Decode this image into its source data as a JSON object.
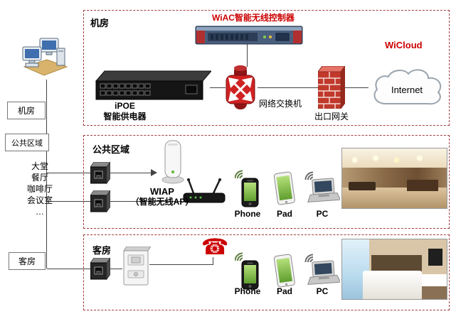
{
  "machine_room": {
    "box_title": "机房",
    "wiac_label": "WiAC智能无线控制器",
    "wicloud_label": "WiCloud",
    "ipoe_label_line1": "iPOE",
    "ipoe_label_line2": "智能供电器",
    "switch_label": "网络交换机",
    "gateway_label": "出口网关",
    "internet_label": "Internet"
  },
  "public_area": {
    "box_title": "公共区域",
    "wiap_label_line1": "WIAP",
    "wiap_label_line2": "（智能无线AP）",
    "phone_label": "Phone",
    "pad_label": "Pad",
    "pc_label": "PC"
  },
  "guest_room": {
    "box_title": "客房",
    "phone_label": "Phone",
    "pad_label": "Pad",
    "pc_label": "PC"
  },
  "sidebar": {
    "machine_room_tag": "机房",
    "public_area_tag": "公共区域",
    "guest_room_tag": "客房",
    "locations": [
      "大堂",
      "餐厅",
      "咖啡厅",
      "会议室",
      "…"
    ]
  },
  "icons": {
    "telephone_glyph": "☎"
  },
  "colors": {
    "accent_red": "#cc0000",
    "box_border": "#a43c3c",
    "line": "#444444"
  }
}
